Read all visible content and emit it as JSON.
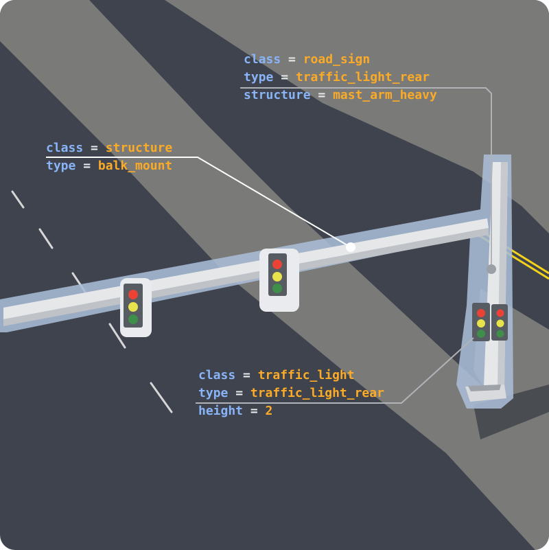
{
  "labels": {
    "road_sign": [
      {
        "key": "class",
        "value": "road_sign"
      },
      {
        "key": "type",
        "value": "traffic_light_rear"
      },
      {
        "key": "structure",
        "value": "mast_arm_heavy"
      }
    ],
    "structure": [
      {
        "key": "class",
        "value": "structure"
      },
      {
        "key": "type",
        "value": "balk_mount"
      }
    ],
    "traffic_light": [
      {
        "key": "class",
        "value": "traffic_light"
      },
      {
        "key": "type",
        "value": "traffic_light_rear"
      },
      {
        "key": "height",
        "value": "2"
      }
    ]
  },
  "colors": {
    "background": "#3e434d",
    "road_surface": "#7a7a78",
    "highlight": "#a9bcd6",
    "key_text": "#8ab4f8",
    "value_text": "#fbab27",
    "lane_marking_yellow": "#f5d21a",
    "lamp_red": "#ea4335",
    "lamp_yellow": "#e8e34c",
    "lamp_green": "#3f8f4a"
  }
}
